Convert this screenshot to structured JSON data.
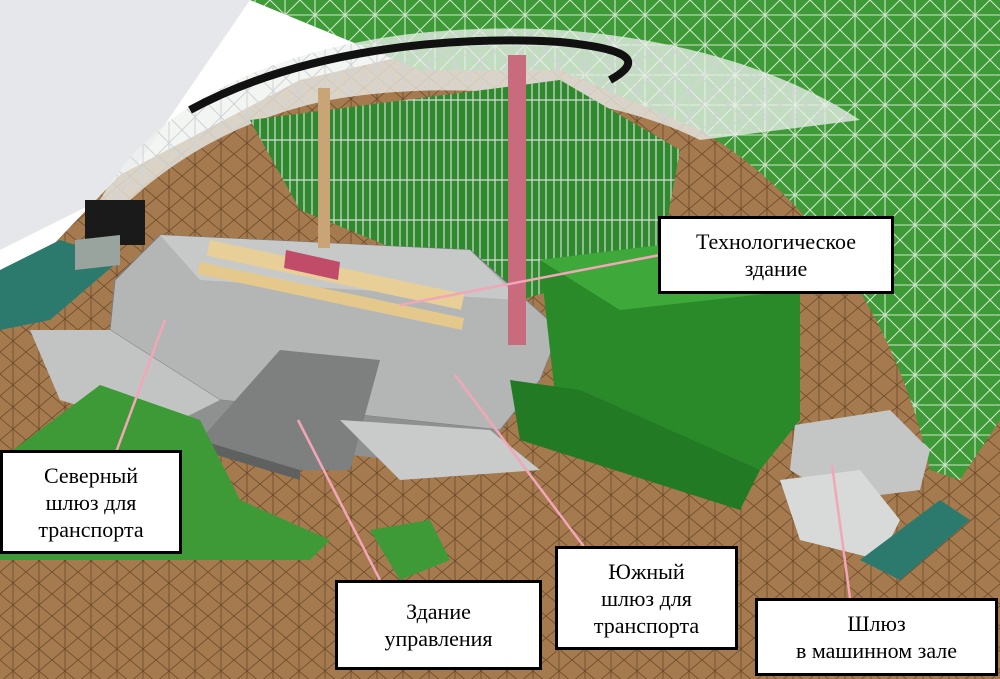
{
  "colors": {
    "ground_brown": "#a57a4f",
    "grid_green": "#3e9a36",
    "pointer_pink": "#f2a6b8",
    "concrete_gray": "#a9aaa8",
    "label_border": "#000000"
  },
  "labels": {
    "tech_building": {
      "line1": "Технологическое",
      "line2": "здание"
    },
    "north_gateway": {
      "line1": "Северный",
      "line2": "шлюз для",
      "line3": "транспорта"
    },
    "control_building": {
      "line1": "Здание",
      "line2": "управления"
    },
    "south_gateway": {
      "line1": "Южный",
      "line2": "шлюз для",
      "line3": "транспорта"
    },
    "turbine_hall_gateway": {
      "line1": "Шлюз",
      "line2": "в машинном зале"
    }
  }
}
